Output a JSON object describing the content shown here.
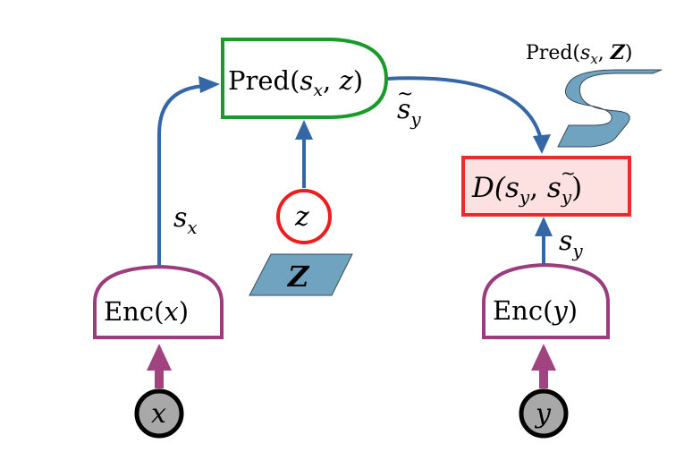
{
  "nodes": {
    "x_input": {
      "text": "x"
    },
    "y_input": {
      "text": "y"
    },
    "enc_x": {
      "label": "Enc(",
      "var": "x",
      "close": ")"
    },
    "enc_y": {
      "label": "Enc(",
      "var": "y",
      "close": ")"
    },
    "predictor": {
      "label": "Pred(",
      "s": "s",
      "sub": "x",
      "sep": ", ",
      "z": "z",
      "close": ")"
    },
    "z_latent": {
      "text": "z"
    },
    "z_set": {
      "text": "Z"
    },
    "distance": {
      "d": "D(",
      "s": "s",
      "sub_y": "y",
      "sep": ", ",
      "s2": "s",
      "tilde": "~",
      "close": ")"
    },
    "pred_over_set": {
      "label": "Pred(",
      "s": "s",
      "sub": "x",
      "sep": ", ",
      "z": "Z",
      "close": ")"
    }
  },
  "edge_labels": {
    "sx": {
      "s": "s",
      "sub": "x"
    },
    "sy": {
      "s": "s",
      "sub": "y"
    },
    "sy_tilde": {
      "s": "s",
      "sub": "y",
      "tilde": "~"
    }
  },
  "colors": {
    "arrow_blue": "#3566a6",
    "arrow_purple": "#a0437f",
    "pred_green": "#1a9a2a",
    "dist_red": "#ee2b2b",
    "dist_fill": "#fde0e0",
    "enc_purple": "#9a3c7e",
    "latent_red": "#ee1c1c",
    "set_blue": "#6fa3c0",
    "input_gray": "#a8a8a8"
  }
}
